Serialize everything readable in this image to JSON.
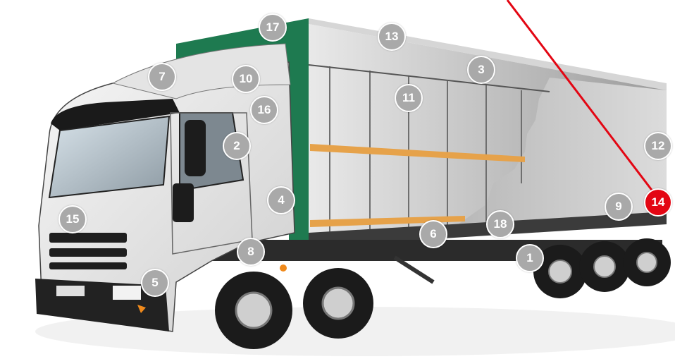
{
  "colors": {
    "marker": "#a9a9a9",
    "marker_active": "#e30613",
    "marker_text": "#ffffff",
    "cab_stripe": "#1e7a50",
    "pointer_line": "#e30613",
    "cargo_bar": "#e6a24a"
  },
  "markers": [
    {
      "id": "1",
      "label": "1",
      "active": false
    },
    {
      "id": "2",
      "label": "2",
      "active": false
    },
    {
      "id": "3",
      "label": "3",
      "active": false
    },
    {
      "id": "4",
      "label": "4",
      "active": false
    },
    {
      "id": "5",
      "label": "5",
      "active": false
    },
    {
      "id": "6",
      "label": "6",
      "active": false
    },
    {
      "id": "7",
      "label": "7",
      "active": false
    },
    {
      "id": "8",
      "label": "8",
      "active": false
    },
    {
      "id": "9",
      "label": "9",
      "active": false
    },
    {
      "id": "10",
      "label": "10",
      "active": false
    },
    {
      "id": "11",
      "label": "11",
      "active": false
    },
    {
      "id": "12",
      "label": "12",
      "active": false
    },
    {
      "id": "13",
      "label": "13",
      "active": false
    },
    {
      "id": "14",
      "label": "14",
      "active": true
    },
    {
      "id": "15",
      "label": "15",
      "active": false
    },
    {
      "id": "16",
      "label": "16",
      "active": false
    },
    {
      "id": "17",
      "label": "17",
      "active": false
    },
    {
      "id": "18",
      "label": "18",
      "active": false
    }
  ]
}
